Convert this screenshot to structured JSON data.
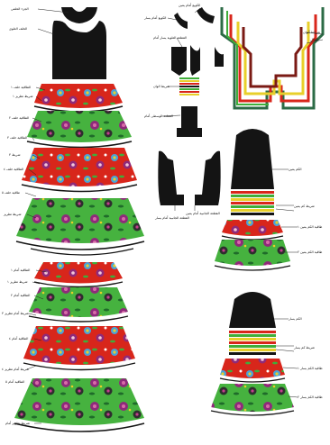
{
  "colors": {
    "black": "#141414",
    "red": "#d8261b",
    "green": "#3fae3a",
    "yellow": "#e8cf2a",
    "dark_green": "#2c6b46",
    "maroon": "#7a1a14",
    "white": "#ffffff"
  },
  "labels": {
    "top_left_1": "الجزء الخلفي",
    "top_left_2": "الخلف العلوي",
    "skirt_1a": "الطاقية خلف ١",
    "skirt_1b": "شريط تطريز ١",
    "skirt_2": "الطاقية خلف ٢",
    "skirt_3a": "الطاقية خلف ٣",
    "skirt_3b": "شريط ٣",
    "skirt_4": "الطاقية خلف ٤",
    "skirt_5a": "طاقية خلف ٥",
    "skirt_5b": "شريط تطريز",
    "skirt_6": "الطاقية أمام ١",
    "skirt_7a": "شريط تطريز ١",
    "skirt_7b": "الطاقية أمام ٢",
    "skirt_8": "شريط أمام تطريز ٣",
    "skirt_9a": "الطاقية أمام ٤",
    "skirt_9b": "شريط أمام تطريز ٤",
    "skirt_10": "الطاقية أمام ٥",
    "skirt_11": "شريط تطريز أمام",
    "collar_1": "الكوبع أمام يمين",
    "collar_2": "الكوبع أمام يسار",
    "front_1": "القطعة العلوية يسار أمام",
    "front_2": "شريط الوان",
    "front_3": "القطعة الوسطى أمام",
    "front_4": "القطعة الجانبية أمام يمين",
    "front_5": "القطعة الجانبية أمام يسار",
    "stripes_1": "شرائط ألوان",
    "stripes_2": "الشال",
    "sleeve_r": "الكم يمين",
    "sleeve_r_2": "شريط كم يمين",
    "sleeve_r_3": "طاقية الكم يمين ١",
    "sleeve_r_4": "طاقية الكم يمين ٢",
    "sleeve_l": "الكم يسار",
    "sleeve_l_2": "شريط كم يسار",
    "sleeve_l_3": "طاقية الكم يسار ١",
    "sleeve_l_4": "طاقية الكم يسار ٢"
  }
}
